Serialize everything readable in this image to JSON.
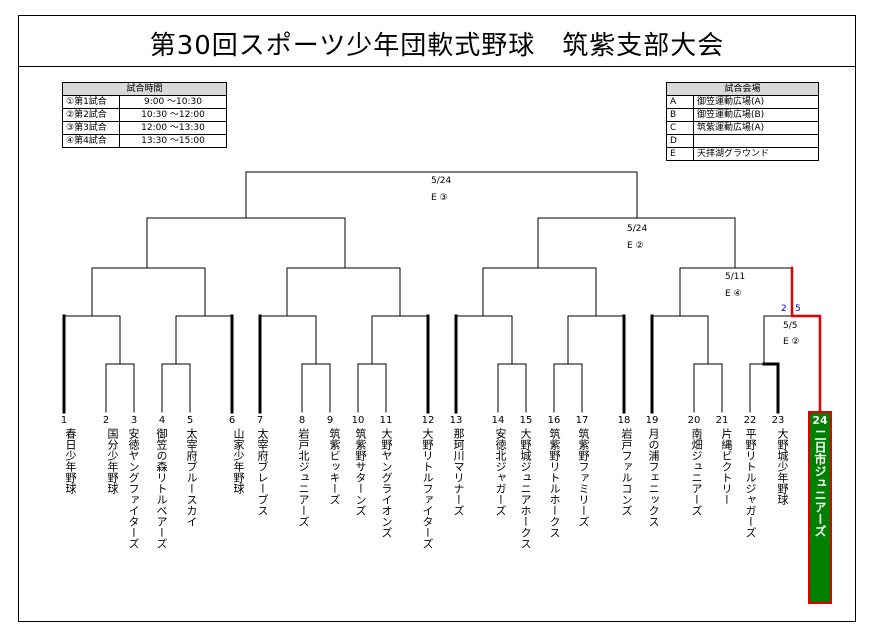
{
  "title": "第30回スポーツ少年団軟式野球　筑紫支部大会",
  "schedule": {
    "header": "試合時間",
    "rows": [
      {
        "label": "①第1試合",
        "time": "9:00 ～10:30"
      },
      {
        "label": "②第2試合",
        "time": "10:30 ～12:00"
      },
      {
        "label": "③第3試合",
        "time": "12:00 ～13:30"
      },
      {
        "label": "④第4試合",
        "time": "13:30 ～15:00"
      }
    ]
  },
  "venues": {
    "header": "試合会場",
    "rows": [
      {
        "code": "A",
        "name": "御笠運動広場(A)"
      },
      {
        "code": "B",
        "name": "御笠運動広場(B)"
      },
      {
        "code": "C",
        "name": "筑紫運動広場(A)"
      },
      {
        "code": "D",
        "name": ""
      },
      {
        "code": "E",
        "name": "天拝湖グラウンド"
      }
    ]
  },
  "colors": {
    "line": "#000000",
    "winner_bg": "#008000",
    "winner_border": "#e00000",
    "winner_text": "#ffffff",
    "score": "#0000cc"
  },
  "matches": [
    {
      "id": "final",
      "date": "5/24",
      "venue": "E ③"
    },
    {
      "id": "semi-right",
      "date": "5/24",
      "venue": "E ②"
    },
    {
      "id": "qf-right",
      "date": "5/11",
      "venue": "E ④"
    },
    {
      "id": "r1-23-24",
      "date": "5/5",
      "venue": "E ②"
    }
  ],
  "scores": {
    "left": "2",
    "right": "5"
  },
  "teams": [
    {
      "num": "1",
      "name": "春日少年野球"
    },
    {
      "num": "2",
      "name": "国分少年野球"
    },
    {
      "num": "3",
      "name": "安徳ヤングファイターズ"
    },
    {
      "num": "4",
      "name": "御笠の森リトルベアーズ"
    },
    {
      "num": "5",
      "name": "太宰府ブルースカイ"
    },
    {
      "num": "6",
      "name": "山家少年野球"
    },
    {
      "num": "7",
      "name": "太宰府ブレーブス"
    },
    {
      "num": "8",
      "name": "岩戸北ジュニアーズ"
    },
    {
      "num": "9",
      "name": "筑紫ビッキーズ"
    },
    {
      "num": "10",
      "name": "筑紫野サターンズ"
    },
    {
      "num": "11",
      "name": "大野ヤングライオンズ"
    },
    {
      "num": "12",
      "name": "大野リトルファイターズ"
    },
    {
      "num": "13",
      "name": "那珂川マリナーズ"
    },
    {
      "num": "14",
      "name": "安徳北ジャガーズ"
    },
    {
      "num": "15",
      "name": "大野城ジュニアホークス"
    },
    {
      "num": "16",
      "name": "筑紫野リトルホークス"
    },
    {
      "num": "17",
      "name": "筑紫野ファミリーズ"
    },
    {
      "num": "18",
      "name": "岩戸ファルコンズ"
    },
    {
      "num": "19",
      "name": "月の浦フェニックス"
    },
    {
      "num": "20",
      "name": "南畑ジュニアーズ"
    },
    {
      "num": "21",
      "name": "片縄ビクトリー"
    },
    {
      "num": "22",
      "name": "平野リトルジャガーズ"
    },
    {
      "num": "23",
      "name": "大野城少年野球"
    },
    {
      "num": "24",
      "name": "二日市ジュニアーズ"
    }
  ]
}
